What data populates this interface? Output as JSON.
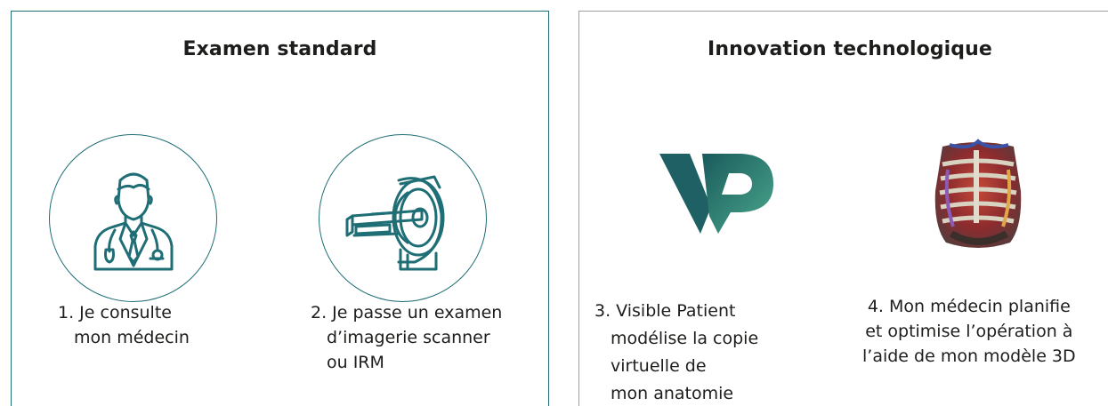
{
  "panels": {
    "left": {
      "title": "Examen standard",
      "steps": [
        {
          "lines": [
            "1. Je consulte",
            "mon médecin"
          ],
          "icon": "doctor-icon"
        },
        {
          "lines": [
            "2. Je passe un examen",
            "d’imagerie scanner",
            "ou IRM"
          ],
          "icon": "mri-scanner-icon"
        }
      ]
    },
    "right": {
      "title": "Innovation technologique",
      "steps": [
        {
          "lines": [
            "3. Visible Patient",
            "modélise la copie",
            "virtuelle de",
            "mon anatomie"
          ],
          "icon": "visible-patient-logo"
        },
        {
          "lines": [
            "4. Mon médecin planifie",
            "et optimise l’opération à",
            "l’aide de mon modèle 3D"
          ],
          "icon": "3d-torso-model"
        }
      ]
    }
  },
  "colors": {
    "accent": "#1f6e76",
    "logo_dark": "#1a5a5c",
    "logo_light": "#4aa88d"
  }
}
